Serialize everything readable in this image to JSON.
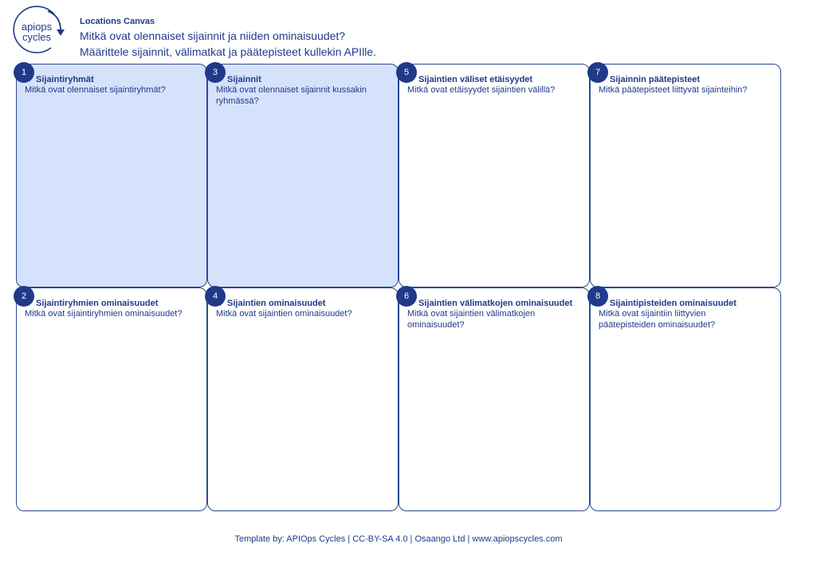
{
  "header": {
    "logo_text": "apiops cycles",
    "logo_line1": "apiops",
    "logo_line2": "cycles",
    "title": "Locations Canvas",
    "subtitle_line1": "Mitkä ovat olennaiset sijainnit ja niiden ominaisuudet?",
    "subtitle_line2": "Määrittele sijainnit, välimatkat ja päätepisteet kullekin APIlle."
  },
  "colors": {
    "primary": "#1f3a8a",
    "highlight_fill": "#d6e2fb",
    "border": "#2b4a8f"
  },
  "cells": [
    {
      "number": "1",
      "title": "Sijaintiryhmät",
      "description": "Mitkä ovat olennaiset sijaintiryhmät?",
      "highlighted": true
    },
    {
      "number": "3",
      "title": "Sijainnit",
      "description": "Mitkä ovat olennaiset sijainnit kussakin ryhmässä?",
      "highlighted": true
    },
    {
      "number": "5",
      "title": "Sijaintien väliset etäisyydet",
      "description": "Mitkä ovat etäisyydet sijaintien välillä?",
      "highlighted": false
    },
    {
      "number": "7",
      "title": "Sijainnin päätepisteet",
      "description": "Mitkä päätepisteet liittyvät sijainteihin?",
      "highlighted": false
    },
    {
      "number": "2",
      "title": "Sijaintiryhmien ominaisuudet",
      "description": "Mitkä ovat sijaintiryhmien ominaisuudet?",
      "highlighted": false
    },
    {
      "number": "4",
      "title": "Sijaintien ominaisuudet",
      "description": "Mitkä ovat sijaintien ominaisuudet?",
      "highlighted": false
    },
    {
      "number": "6",
      "title": "Sijaintien välimatkojen ominaisuudet",
      "description": "Mitkä ovat sijaintien välimatkojen ominaisuudet?",
      "highlighted": false
    },
    {
      "number": "8",
      "title": "Sijaintipisteiden ominaisuudet",
      "description": "Mitkä ovat sijaintiin liittyvien päätepisteiden ominaisuudet?",
      "highlighted": false
    }
  ],
  "footer": {
    "text": "Template by: APIOps Cycles | CC-BY-SA 4.0 | Osaango Ltd | www.apiopscycles.com"
  }
}
